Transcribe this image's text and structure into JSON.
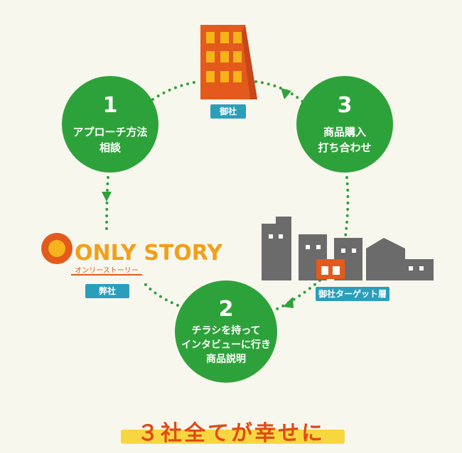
{
  "steps": [
    {
      "num": "1",
      "lines": [
        "アプローチ方法",
        "相談"
      ]
    },
    {
      "num": "2",
      "lines": [
        "チラシを持って",
        "インタビューに行き",
        "商品説明"
      ]
    },
    {
      "num": "3",
      "lines": [
        "商品購入",
        "打ち合わせ"
      ]
    }
  ],
  "labels": {
    "your_company": "御社",
    "our_company": "弊社",
    "target": "御社ターゲット層"
  },
  "logo": {
    "text": "ONLY STORY",
    "kana": "オンリーストーリー"
  },
  "title": "３社全てが幸せに",
  "colors": {
    "green": "#2ea23a",
    "orange": "#f0621e",
    "blue": "#2a9fbc",
    "title": "#e04a14"
  }
}
